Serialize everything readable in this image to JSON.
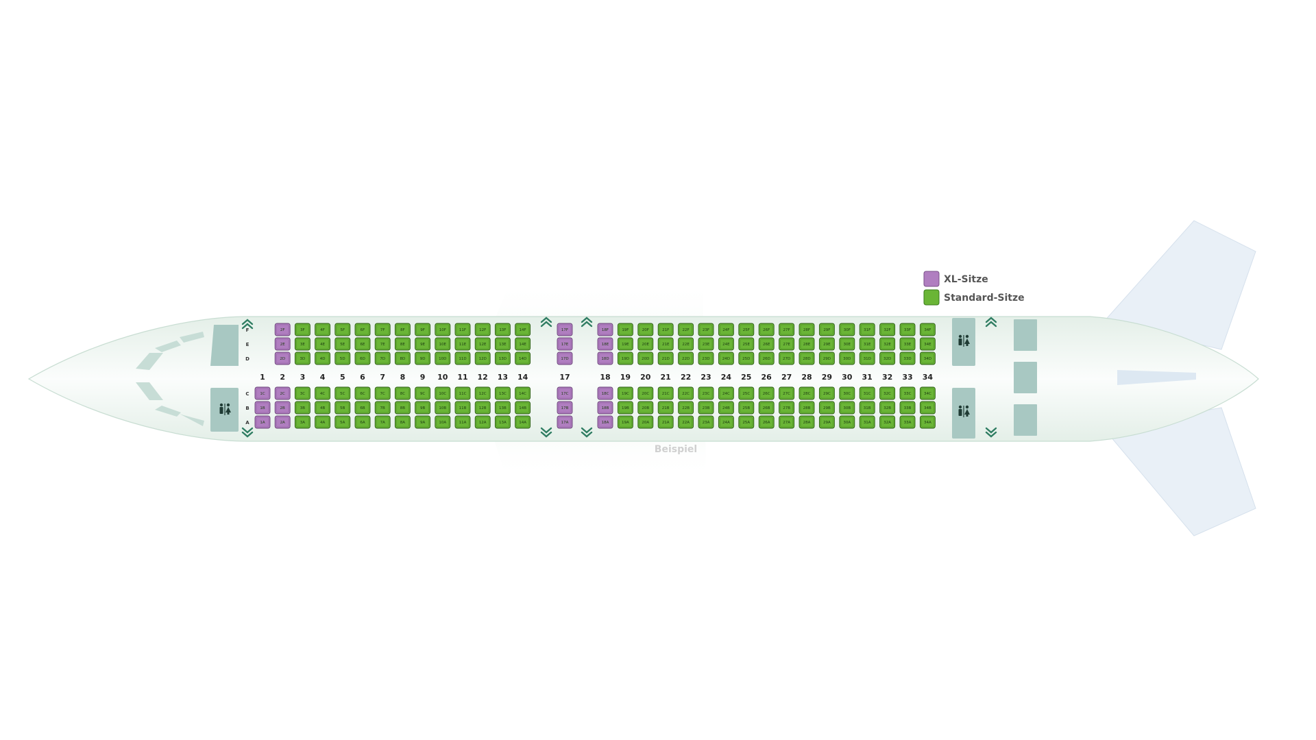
{
  "legend": {
    "xl": {
      "label": "XL-Sitze",
      "color": "#b07ec0"
    },
    "standard": {
      "label": "Standard-Sitze",
      "color": "#6ab536"
    }
  },
  "watermark": "Beispiel",
  "colors": {
    "fuselage": "#f2f8f4",
    "fuselage_stroke": "#c8ddd2",
    "wing": "#e8f2ec",
    "tail": "#e9f0f7",
    "facility": "#a8c8c2",
    "exit": "#2f7d62",
    "standard_stroke": "#2b5a14",
    "xl_stroke": "#6a4378"
  },
  "icons": {
    "exit": "exit-chevron-icon",
    "lavatory": "lavatory-icon",
    "galley": "galley-block",
    "cockpit": "cockpit-windows"
  },
  "columns": {
    "upper": [
      "F",
      "E",
      "D"
    ],
    "lower": [
      "C",
      "B",
      "A"
    ]
  },
  "rows": [
    1,
    2,
    3,
    4,
    5,
    6,
    7,
    8,
    9,
    10,
    11,
    12,
    13,
    14,
    17,
    18,
    19,
    20,
    21,
    22,
    23,
    24,
    25,
    26,
    27,
    28,
    29,
    30,
    31,
    32,
    33,
    34
  ],
  "upper_seat_rows": [
    2,
    3,
    4,
    5,
    6,
    7,
    8,
    9,
    10,
    11,
    12,
    13,
    14,
    17,
    18,
    19,
    20,
    21,
    22,
    23,
    24,
    25,
    26,
    27,
    28,
    29,
    30,
    31,
    32,
    33,
    34
  ],
  "lower_seat_rows": [
    1,
    2,
    3,
    4,
    5,
    6,
    7,
    8,
    9,
    10,
    11,
    12,
    13,
    14,
    17,
    18,
    19,
    20,
    21,
    22,
    23,
    24,
    25,
    26,
    27,
    28,
    29,
    30,
    31,
    32,
    33,
    34
  ],
  "xl_rows": [
    1,
    2,
    17,
    18
  ]
}
